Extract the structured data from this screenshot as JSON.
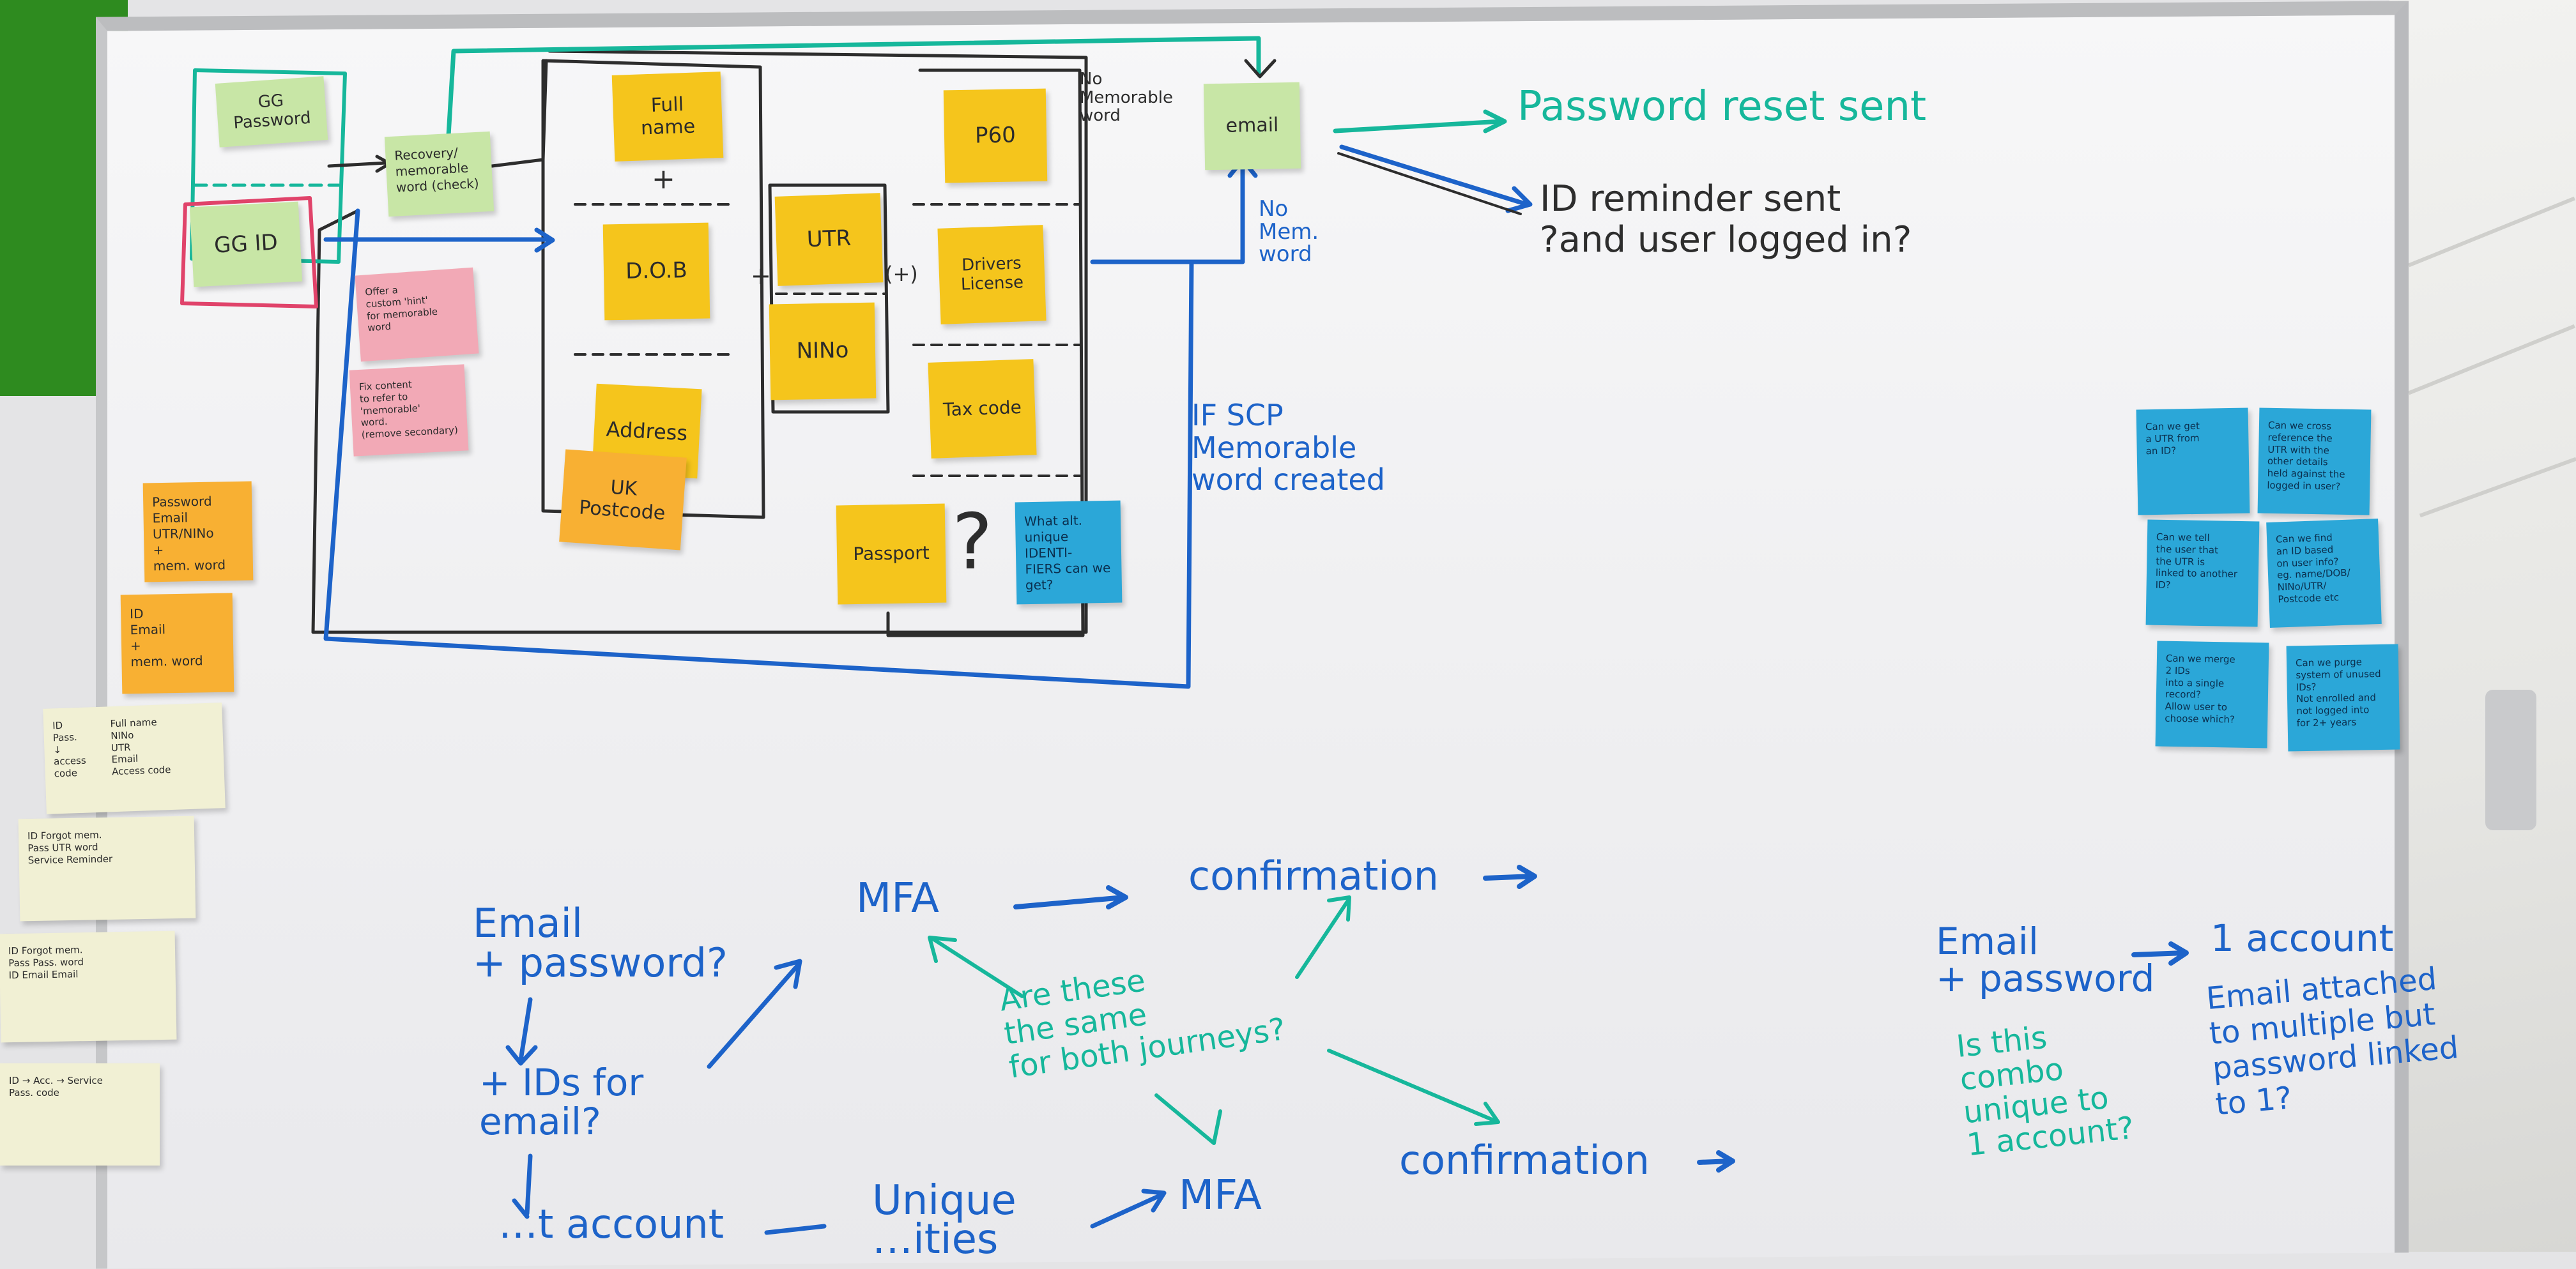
{
  "image": {
    "description": "Whiteboard with sticky notes mapping a password / ID recovery journey"
  },
  "colors": {
    "marker_blue": "#1d63c9",
    "marker_teal": "#16b79b",
    "marker_black": "#2d2d2d",
    "sticky_yellow": "#f5c51c",
    "sticky_orange": "#f8b033",
    "sticky_green": "#c8e6a6",
    "sticky_pink": "#f2a9b6",
    "sticky_blue": "#2ba7d8"
  },
  "notes": {
    "gg_password": "GG\nPassword",
    "gg_id": "GG ID",
    "recovery": "Recovery/\nmemorable\nword (check)",
    "full_name": "Full name",
    "dob": "D.O.B",
    "address": "Address",
    "uk_postcode": "UK Postcode",
    "utr": "UTR",
    "nino": "NINo",
    "p60": "P60",
    "drivers_license": "Drivers\nLicense",
    "tax_code": "Tax code",
    "passport": "Passport",
    "what_alt": "What alt.\nunique IDENTI-\nFIERS can we\nget?",
    "email_note": "email",
    "pink_hint": "Offer a\ncustom 'hint'\nfor memorable\nword",
    "pink_fix": "Fix content\nto refer to\n'memorable'\nword.\n(remove secondary)",
    "orange_pw": "Password\nEmail\nUTR/NINo\n+\nmem. word",
    "orange_id": "ID\nEmail\n+\nmem. word",
    "cream_1_left": "ID\nPass.\n↓\naccess\ncode",
    "cream_1_right": "Full name\nNINo\nUTR\nEmail\nAccess code",
    "cream_2": "ID  Forgot  mem.\nPass  UTR  word\n Service   Reminder",
    "cream_3": "ID  Forgot  mem.\nPass  Pass.  word\n ID  Email   Email",
    "cream_4": "ID → Acc. → Service\nPass.  code"
  },
  "blue_notes": [
    "Can we get\na UTR from\nan ID?",
    "Can we cross\nreference the\nUTR with the\nother details\nheld against the\nlogged in user?",
    "Can we tell\nthe user that\nthe UTR is\nlinked to another\nID?",
    "Can we find\nan ID based\non user info?\neg. name/DOB/\nNINo/UTR/\nPostcode etc",
    "Can we merge\n2 IDs\ninto a single\nrecord?\nAllow user to\nchoose which?",
    "Can we purge\nsystem of unused\nIDs?\nNot enrolled and\nnot logged into\nfor 2+ years"
  ],
  "ink": {
    "no_memorable_word": "No\nMemorable\nword",
    "plus_1": "+",
    "plus_2": "+",
    "plus_3": "(+)",
    "question_mark": "?",
    "password_reset_sent": "Password reset sent",
    "id_reminder": "ID reminder sent\n?and user logged in?",
    "no_mem_word": "No\nMem.\nword",
    "if_scp": "IF SCP\nMemorable\nword created",
    "email_password": "Email\n+ password?",
    "ids_for_email": "+ IDs for\nemail?",
    "mfa_top": "MFA",
    "confirmation_top": "confirmation",
    "are_these_same": "Are these\nthe same\nfor both journeys?",
    "account_bottom": "…t account",
    "unique_bottom": "Unique\n…ities",
    "mfa_bottom": "MFA",
    "confirmation_bottom": "confirmation",
    "email_password_right": "Email\n+ password",
    "one_account": "1 account",
    "is_this_combo": "Is this\ncombo\nunique to\n1 account?",
    "email_attached": "Email attached\nto multiple but\npassword linked\nto 1?"
  }
}
